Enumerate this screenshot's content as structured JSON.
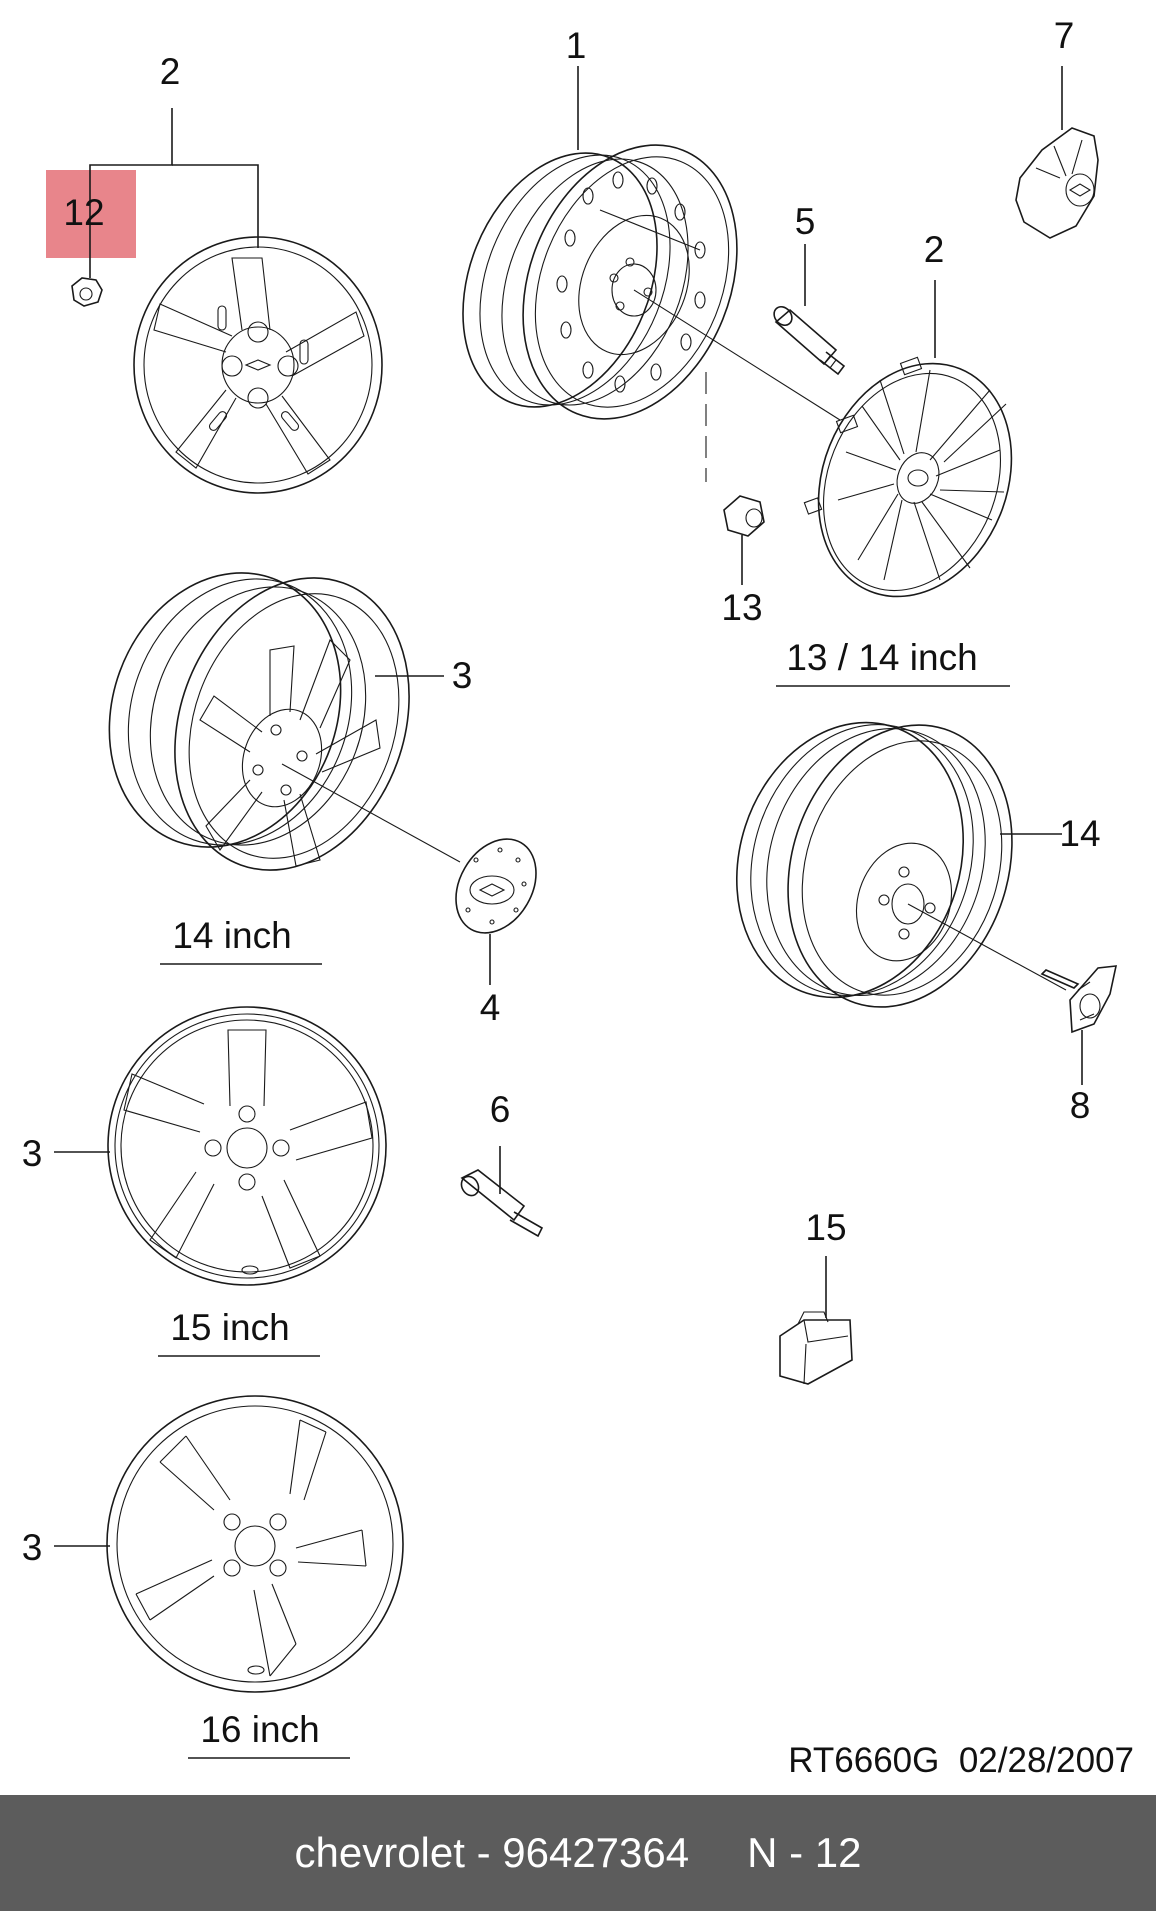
{
  "diagram": {
    "callouts": {
      "c1": "1",
      "c2a": "2",
      "c2b": "2",
      "c3a": "3",
      "c3b": "3",
      "c3c": "3",
      "c4": "4",
      "c5": "5",
      "c6": "6",
      "c7": "7",
      "c8": "8",
      "c12": "12",
      "c13": "13",
      "c14": "14",
      "c15": "15"
    },
    "captions": {
      "steel": "13 / 14 inch",
      "alloy14": "14 inch",
      "alloy15": "15 inch",
      "alloy16": "16 inch"
    },
    "reference": "RT6660G  02/28/2007",
    "highlight_color": "#e8858b"
  },
  "footer": {
    "brand": "chevrolet - 96427364",
    "page": "N - 12",
    "background": "#5c5c5c"
  }
}
